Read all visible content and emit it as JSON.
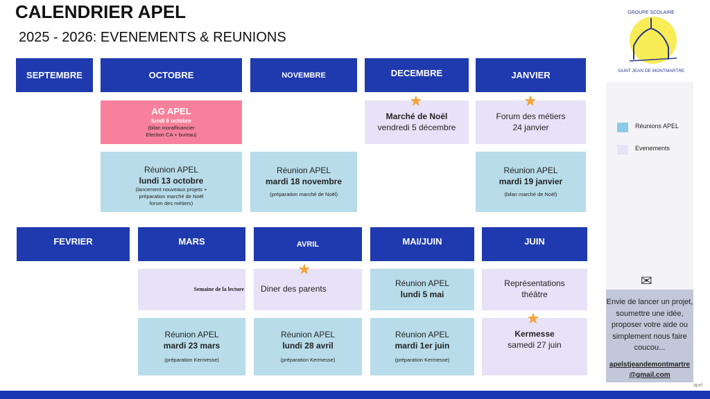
{
  "title": "CALENDRIER APEL",
  "subtitle": "2025 - 2026: EVENEMENTS & REUNIONS",
  "colors": {
    "header": "#1f3aae",
    "reunion": "#b8dcea",
    "evenement": "#e8e2f8",
    "ag": "#f7819c",
    "star": "#f2a53a"
  },
  "months": [
    "SEPTEMBRE",
    "OCTOBRE",
    "NOVEMBRE",
    "DECEMBRE",
    "JANVIER",
    "FEVRIER",
    "MARS",
    "AVRIL",
    "MAI/JUIN",
    "JUIN"
  ],
  "ag": {
    "title": "AG APEL",
    "date": "lundi 6 octobre",
    "note1": "(bilan moralfinancier",
    "note2": "Election CA + bureau)"
  },
  "dec_event": {
    "title": "Marché de Noël",
    "date": "vendredi 5 décembre"
  },
  "jan_event": {
    "title": "Forum des métiers",
    "date": "24 janvier"
  },
  "oct_reunion": {
    "title": "Réunion APEL",
    "date": "lundi 13 octobre",
    "note1": "(lancement nouveaux projets +",
    "note2": "préparation marché de Noël",
    "note3": "forum des métiers)"
  },
  "nov_reunion": {
    "title": "Réunion APEL",
    "date": "mardi 18 novembre",
    "note": "(préparation marché de Noël)"
  },
  "jan_reunion": {
    "title": "Réunion APEL",
    "date": "mardi 19 janvier",
    "note": "(bilan marché de Noël)"
  },
  "mars_event": {
    "title": "Semaine de la lecture"
  },
  "avril_event": {
    "title": "Diner des parents"
  },
  "mai_reunion": {
    "title": "Réunion APEL",
    "date": "lundi 5 mai"
  },
  "juin_event": {
    "line1": "Représentations",
    "line2": "théâtre"
  },
  "mars_reunion": {
    "title": "Réunion APEL",
    "date": "mardi 23 mars",
    "note": "(préparation Kermesse)"
  },
  "avril_reunion": {
    "title": "Réunion APEL",
    "date": "lundi 28 avril",
    "note": "(préparation Kermesse)"
  },
  "juin_reunion": {
    "title": "Réunion APEL",
    "date": "mardi 1er juin",
    "note": "(préparation Kermesse)"
  },
  "kermesse": {
    "title": "Kermesse",
    "date": "samedi 27 juin"
  },
  "logo": {
    "top": "GROUPE SCOLAIRE",
    "bottom": "SAINT JEAN DE MONTMARTRE"
  },
  "legend": {
    "reunions": "Réunions APEL",
    "evenements": "Evenements"
  },
  "contact": {
    "lines": [
      "Envie de lancer un projet,",
      "soumettre une idée,",
      "proposer votre aide ou",
      "simplement nous faire",
      "coucou..."
    ],
    "email1": "apelstjeandemontmartre",
    "email2": "@gmail.com"
  },
  "apel_mark": "apel"
}
